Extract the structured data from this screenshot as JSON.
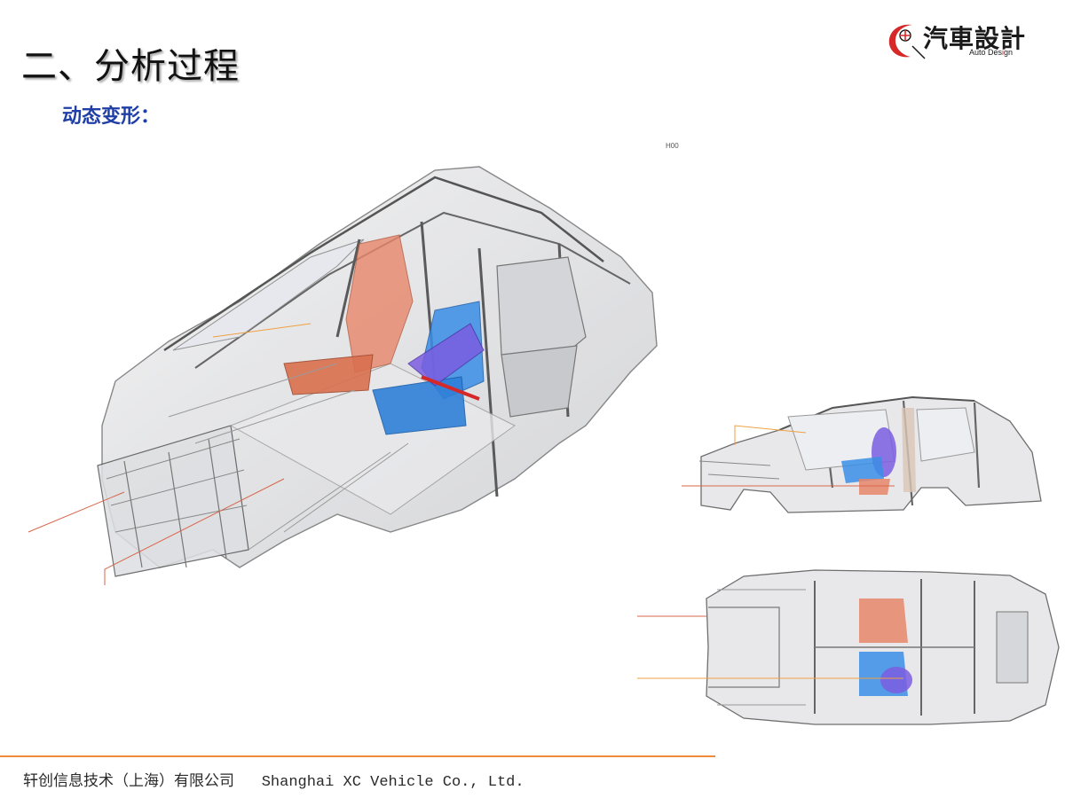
{
  "slide": {
    "title": "二、分析过程",
    "subtitle": "动态变形："
  },
  "logo": {
    "name": "汽車設計",
    "sub_prefix": "Auto Des",
    "sub_accent": "i",
    "sub_suffix": "gn",
    "icon": "crescent-wheel-logo-icon",
    "colors": {
      "red": "#d62828",
      "dark": "#1a1a1a"
    }
  },
  "stray_label": "H00",
  "figures": {
    "main": "car-body-isometric-view",
    "side": "car-body-side-view",
    "top": "car-body-top-view"
  },
  "footer": {
    "company_cn": "轩创信息技术（上海）有限公司",
    "company_en": "Shanghai XC Vehicle Co., Ltd.",
    "rule_color": "#ef8a3a"
  },
  "colors": {
    "title": "#111111",
    "subtitle": "#1f3fa6",
    "seat_orange": "#e8866a",
    "seat_blue": "#3a8ee6",
    "dummy_purple": "#7b5de0"
  }
}
